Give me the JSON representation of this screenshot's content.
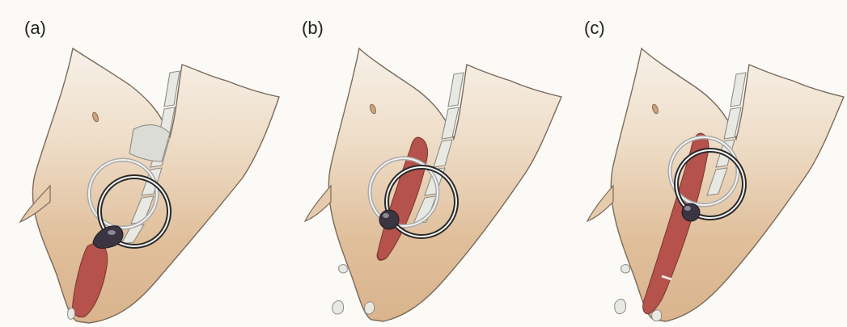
{
  "panels": [
    {
      "label": "(a)"
    },
    {
      "label": "(b)"
    },
    {
      "label": "(c)"
    }
  ],
  "colors": {
    "skin_light": "#f6efe6",
    "skin": "#e2c29f",
    "skin_dark": "#cfa67f",
    "outline": "#7a6a5a",
    "bone": "#e9e9e4",
    "bone_edge": "#8c8c86",
    "pastern_red": "#b5524c",
    "ring_dark": "#2a2a2a",
    "ring_ghost": "#a9a9a9",
    "nut": "#3a3540"
  }
}
